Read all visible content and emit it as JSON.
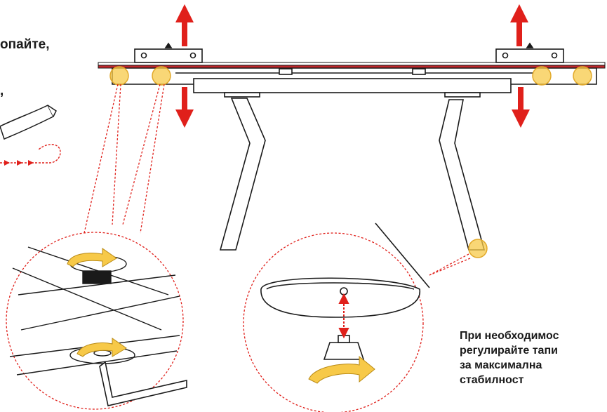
{
  "captions": {
    "top_lines": [
      "опайте,",
      ","
    ],
    "bottom_lines": [
      "При необходимос",
      "регулирайте тапи",
      "за максимална",
      "стабилност"
    ]
  },
  "colors": {
    "line": "#1a1a1a",
    "accent_red": "#e0201b",
    "highlight": "#f7c948",
    "highlight_stroke": "#e2a92a",
    "strip": "#c0262b"
  },
  "icons": {
    "lift_arrow": "red-arrow-up-icon",
    "lower_arrow": "red-arrow-down-icon",
    "rotation": "yellow-rotation-arrow-icon",
    "allen_key": "hex-key-icon",
    "spirit_level": "spirit-level-icon"
  }
}
